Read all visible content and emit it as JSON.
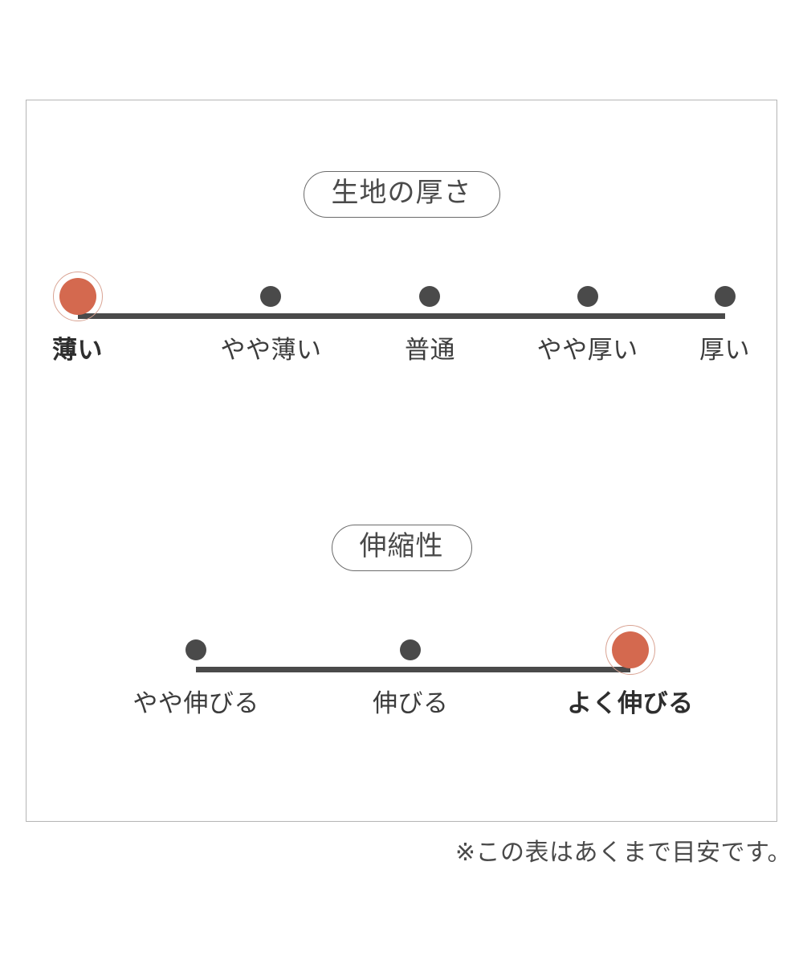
{
  "chart_data": {
    "type": "scatter",
    "title": "",
    "note": "※この表はあくまで目安です。",
    "scales": [
      {
        "id": "fabric-thickness",
        "label": "生地の厚さ",
        "categories": [
          "薄い",
          "やや薄い",
          "普通",
          "やや厚い",
          "厚い"
        ],
        "positions_pct": [
          6.8,
          32.6,
          53.8,
          74.8,
          93.1
        ],
        "selected_index": 0,
        "selected_value": "薄い",
        "values": [
          1,
          0,
          0,
          0,
          0
        ]
      },
      {
        "id": "stretchiness",
        "label": "伸縮性",
        "categories": [
          "やや伸びる",
          "伸びる",
          "よく伸びる"
        ],
        "positions_pct": [
          22.6,
          51.2,
          80.5
        ],
        "selected_index": 2,
        "selected_value": "よく伸びる",
        "values": [
          0,
          0,
          1
        ]
      }
    ],
    "colors": {
      "selected_marker": "#d4694f",
      "selected_ring": "#d9a393",
      "marker": "#4a4a4a",
      "track": "#4a4a4a",
      "border": "#b5b5b5",
      "text": "#3c3c3c",
      "background": "#ffffff"
    },
    "legend": "none",
    "grid": false
  },
  "card": {
    "thickness": {
      "badge": "生地の厚さ",
      "points": [
        {
          "label": "薄い",
          "left_pct": 6.8,
          "selected": true
        },
        {
          "label": "やや薄い",
          "left_pct": 32.6,
          "selected": false
        },
        {
          "label": "普通",
          "left_pct": 53.8,
          "selected": false
        },
        {
          "label": "やや厚い",
          "left_pct": 74.8,
          "selected": false
        },
        {
          "label": "厚い",
          "left_pct": 93.1,
          "selected": false
        }
      ]
    },
    "stretch": {
      "badge": "伸縮性",
      "points": [
        {
          "label": "やや伸びる",
          "left_pct": 22.6,
          "selected": false
        },
        {
          "label": "伸びる",
          "left_pct": 51.2,
          "selected": false
        },
        {
          "label": "よく伸びる",
          "left_pct": 80.5,
          "selected": true
        }
      ]
    }
  },
  "footnote": "※この表はあくまで目安です。"
}
